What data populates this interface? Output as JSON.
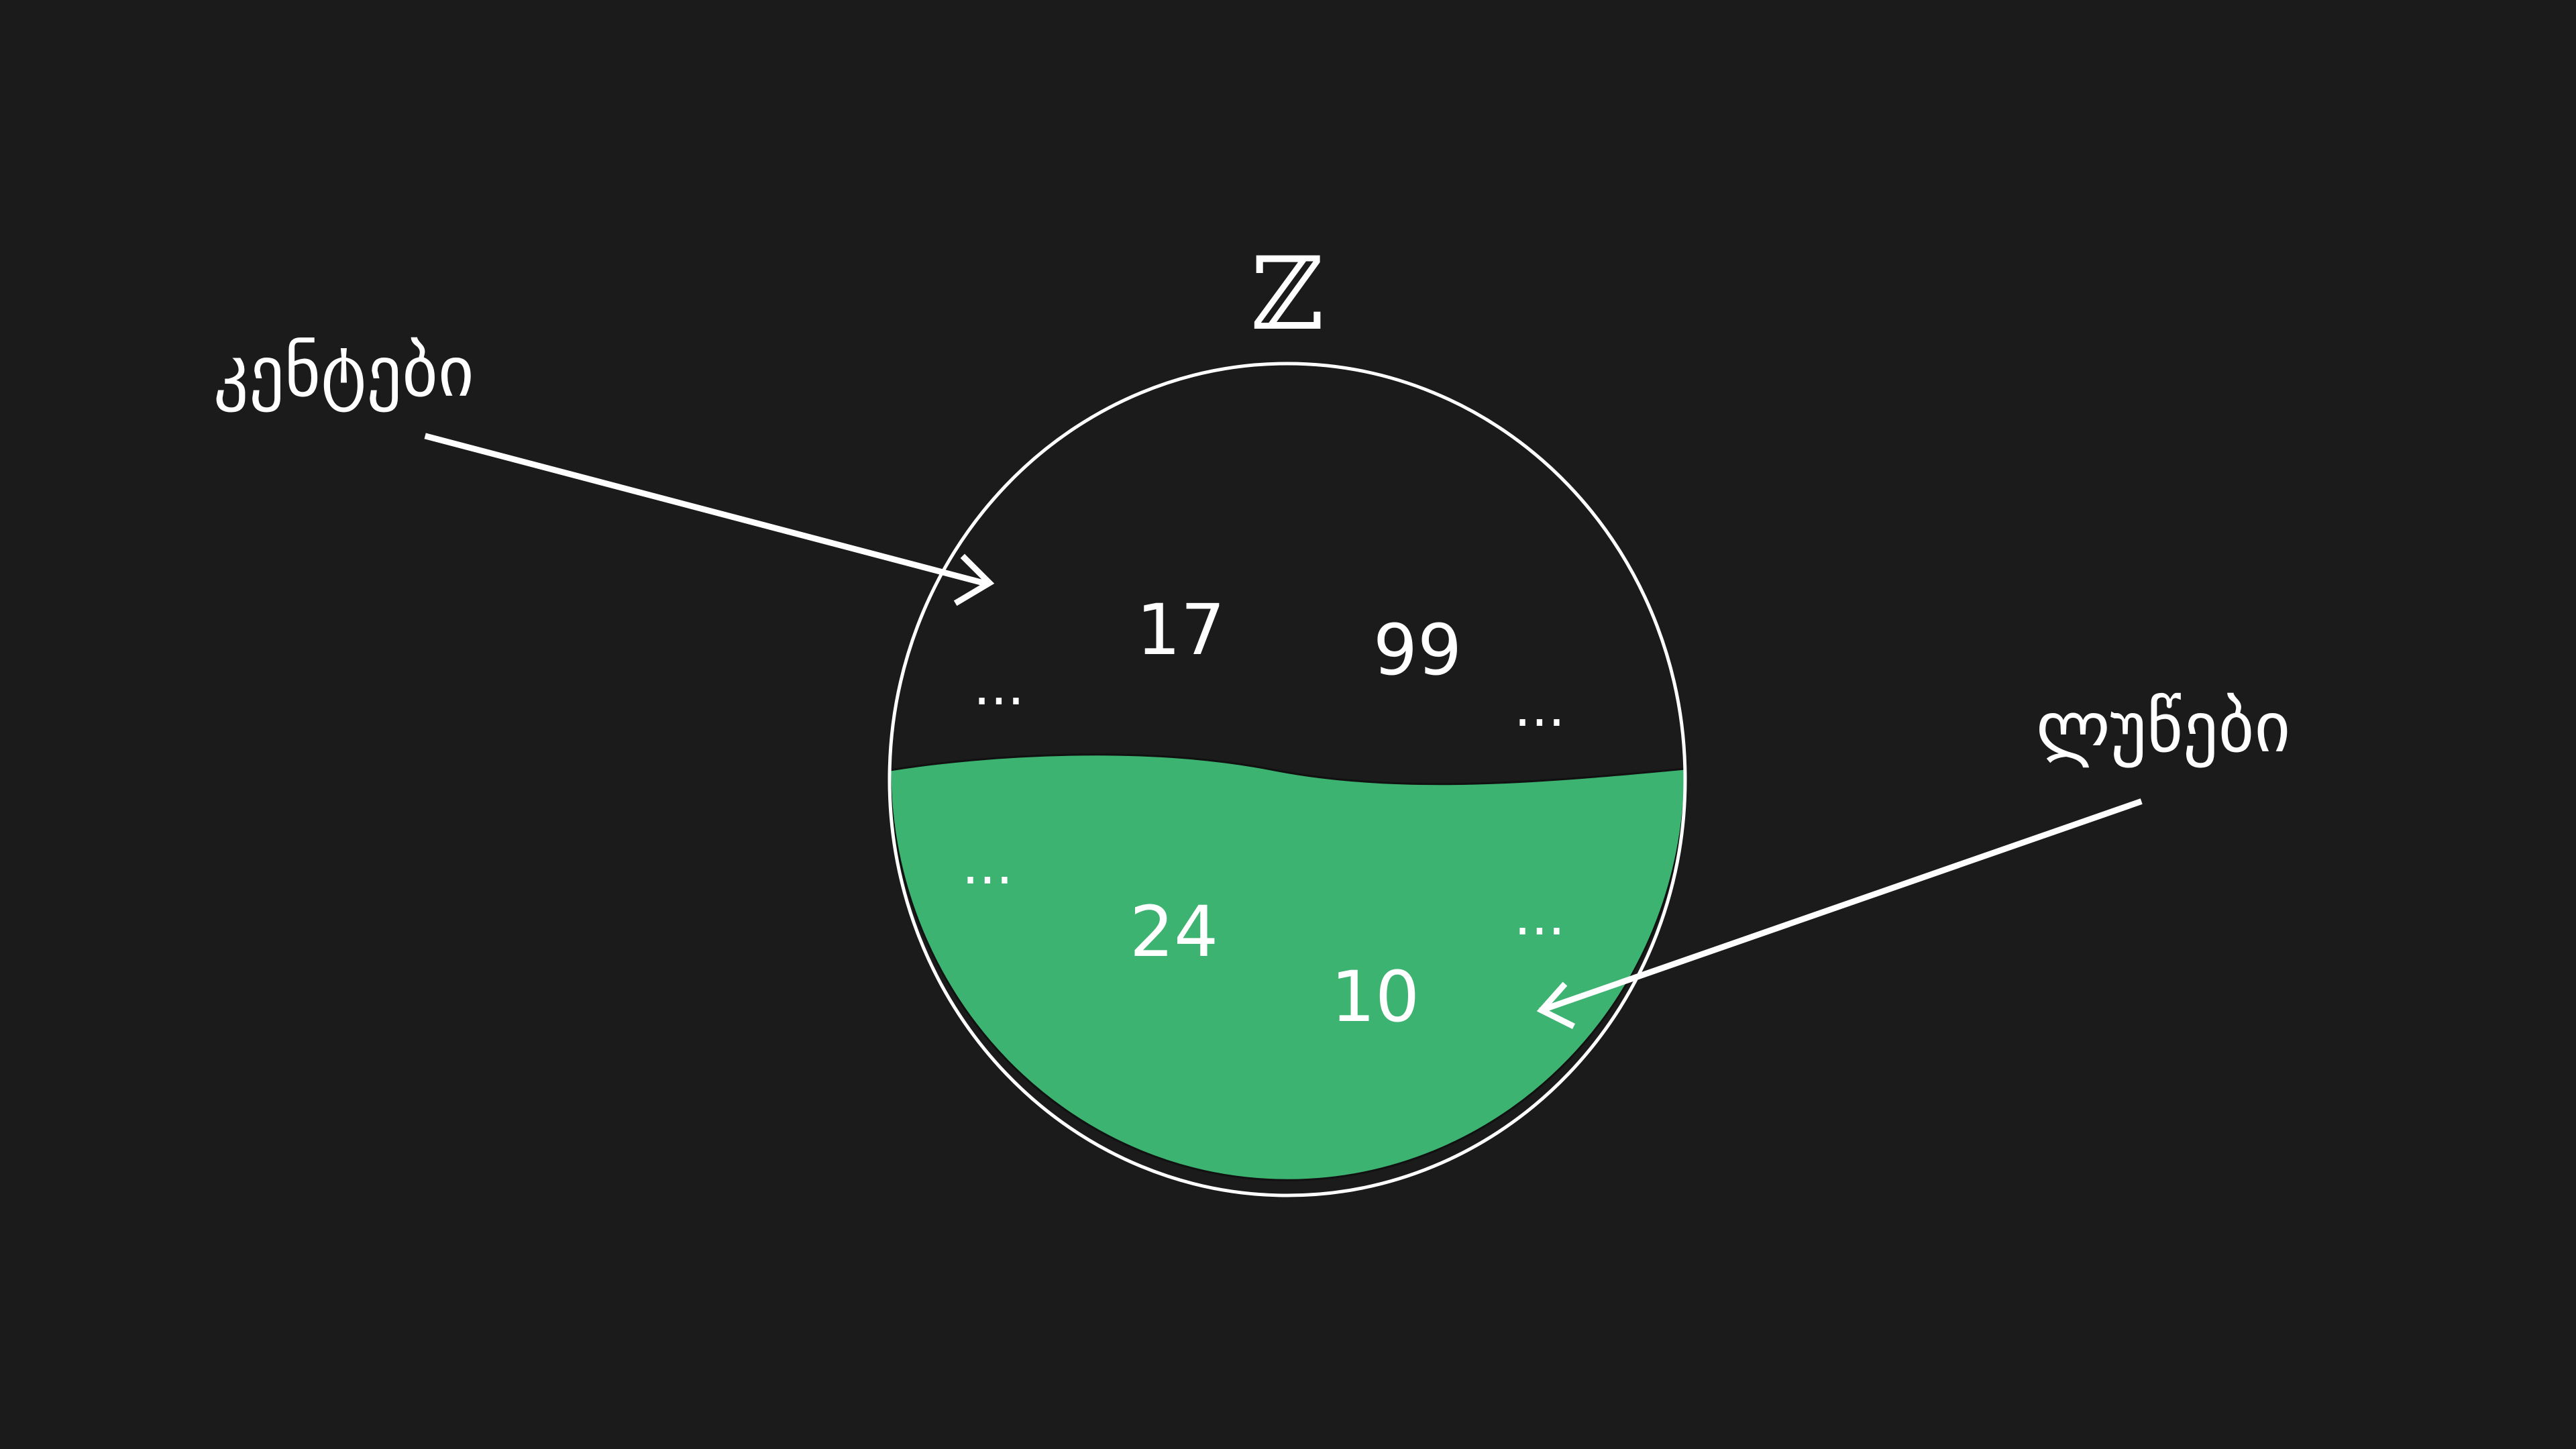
{
  "set_symbol": "ℤ",
  "labels": {
    "top_left": "კენტები",
    "right": "ლუწები"
  },
  "odd_region": {
    "numbers": [
      "17",
      "99"
    ],
    "ellipses": [
      "...",
      "..."
    ]
  },
  "even_region": {
    "numbers": [
      "24",
      "10"
    ],
    "ellipses": [
      "...",
      "..."
    ]
  },
  "colors": {
    "background": "#1b1b1b",
    "even_fill": "#3cb371",
    "stroke": "#ffffff",
    "text": "#ffffff"
  }
}
